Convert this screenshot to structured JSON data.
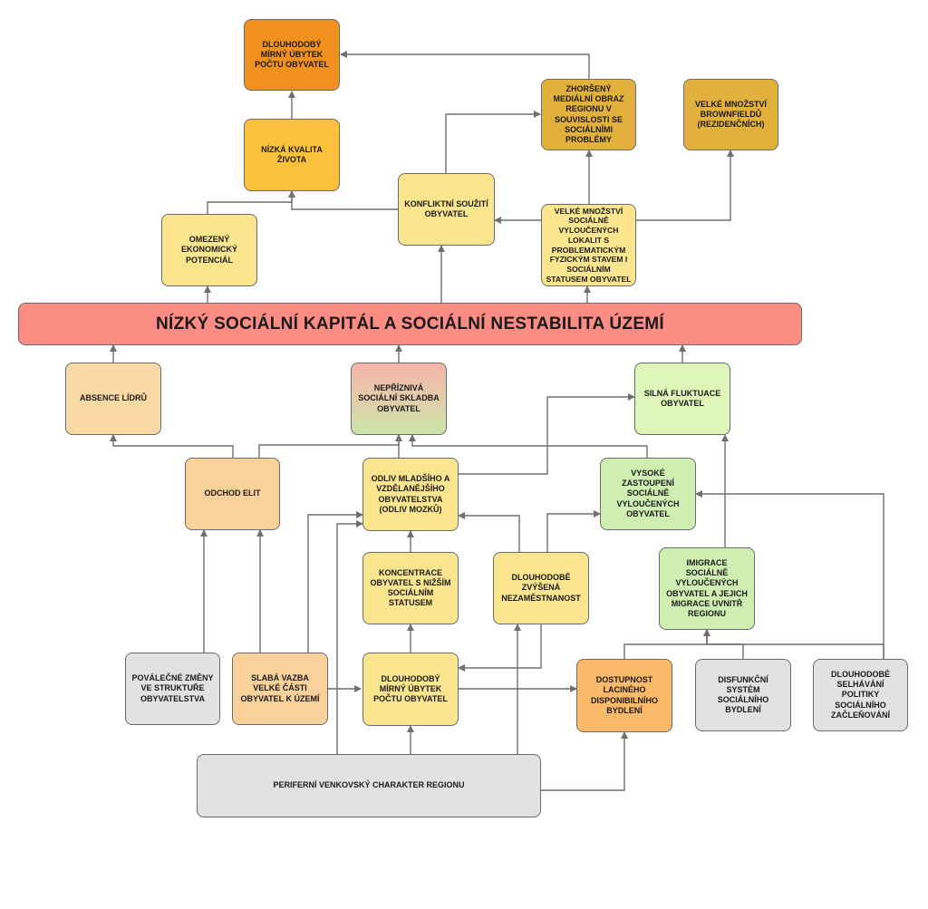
{
  "nodes": {
    "dmu_top": "DLOUHODOBÝ MÍRNÝ ÚBYTEK POČTU OBYVATEL",
    "zhorseny": "ZHORŠENÝ MEDIÁLNÍ OBRAZ REGIONU V SOUVISLOSTI SE SOCIÁLNÍMI PROBLÉMY",
    "brownfieldy": "VELKÉ MNOŽSTVÍ BROWNFIELDŮ (REZIDENČNÍCH)",
    "nizka_kvalita": "NÍZKÁ KVALITA ŽIVOTA",
    "konfliktni": "KONFLIKTNÍ SOUŽITÍ OBYVATEL",
    "omezeny": "OMEZENÝ EKONOMICKÝ POTENCIÁL",
    "velke_mnozstvi": "VELKÉ MNOŽSTVÍ SOCIÁLNĚ VYLOUČENÝCH LOKALIT S PROBLEMATICKÝM FYZICKÝM STAVEM I SOCIÁLNÍM STATUSEM OBYVATEL",
    "main": "NÍZKÝ SOCIÁLNÍ KAPITÁL A SOCIÁLNÍ NESTABILITA ÚZEMÍ",
    "absence": "ABSENCE LÍDRŮ",
    "nepriznivá": "NEPŘÍZNIVÁ SOCIÁLNÍ SKLADBA OBYVATEL",
    "fluktuace": "SILNÁ FLUKTUACE OBYVATEL",
    "odchod": "ODCHOD ELIT",
    "odliv": "ODLIV MLADŠÍHO A VZDĚLANĚJŠÍHO OBYVATELSTVA (ODLIV MOZKŮ)",
    "zastoupeni": "VYSOKÉ ZASTOUPENÍ SOCIÁLNĚ VYLOUČENÝCH OBYVATEL",
    "koncentrace": "KONCENTRACE OBYVATEL S NIŽŠÍM SOCIÁLNÍM STATUSEM",
    "nezamestnanost": "DLOUHODOBĚ ZVÝŠENÁ NEZAMĚSTNANOST",
    "imigrace": "IMIGRACE SOCIÁLNĚ VYLOUČENÝCH OBYVATEL A JEJICH MIGRACE UVNITŘ REGIONU",
    "povalecne": "POVÁLEČNÉ ZMĚNY VE STRUKTUŘE OBYVATELSTVA",
    "slaba": "SLABÁ VAZBA VELKÉ ČÁSTI OBYVATEL K ÚZEMÍ",
    "dmu_bottom": "DLOUHODOBÝ MÍRNÝ ÚBYTEK POČTU OBYVATEL",
    "dostupnost": "DOSTUPNOST LACINÉHO DISPONIBILNÍHO BYDLENÍ",
    "disfunkcni": "DISFUNKČNÍ SYSTÉM SOCIÁLNÍHO BYDLENÍ",
    "selhavani": "DLOUHODOBÉ SELHÁVÁNÍ POLITIKY SOCIÁLNÍHO ZAČLEŇOVÁNÍ",
    "periferni": "PERIFERNÍ VENKOVSKÝ CHARAKTER REGIONU"
  },
  "colors": {
    "box_border": "#6b6b6b",
    "line": "#6f6f6f",
    "main_bar": "#fb8d84",
    "orange_dark": "#f0901e",
    "grey": "#e2e2e2"
  }
}
